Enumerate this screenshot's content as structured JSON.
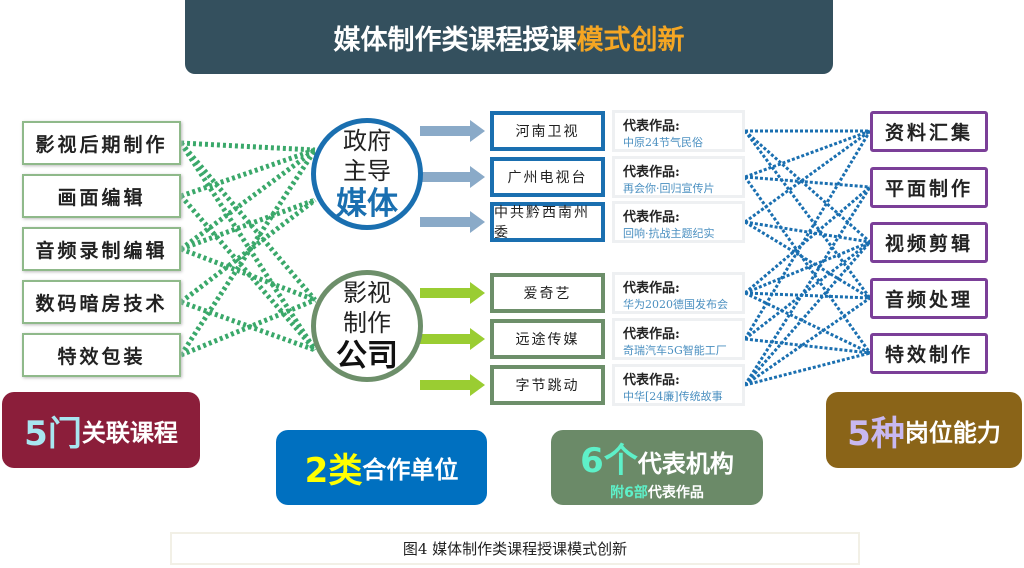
{
  "title": {
    "main": "媒体制作类课程授课",
    "highlight": "模式创新"
  },
  "courses": [
    "影视后期制作",
    "画面编辑",
    "音频录制编辑",
    "数码暗房技术",
    "特效包装"
  ],
  "partners": [
    {
      "lines": [
        "政府",
        "主导"
      ],
      "big": "媒体",
      "color": "#1a6fb0"
    },
    {
      "lines": [
        "影视",
        "制作"
      ],
      "big": "公司",
      "color": "#6d8f6a"
    }
  ],
  "orgs": [
    "河南卫视",
    "广州电视台",
    "中共黔西南州委",
    "爱奇艺",
    "远途传媒",
    "字节跳动"
  ],
  "work_label": "代表作品:",
  "works": [
    "中原24节气民俗",
    "再会你·回归宣传片",
    "回响·抗战主题纪实",
    "华为2020德国发布会",
    "奇瑞汽车5G智能工厂",
    "中华[24廉]传统故事"
  ],
  "skills": [
    "资料汇集",
    "平面制作",
    "视频剪辑",
    "音频处理",
    "特效制作"
  ],
  "stats": [
    {
      "num": "5门",
      "text": "关联课程",
      "bg": "#8b1e3a",
      "numColor": "#a8e6f0"
    },
    {
      "num": "2类",
      "text": "合作单位",
      "bg": "#0070c0",
      "numColor": "#ffff00"
    },
    {
      "num": "6个",
      "text": "代表机构",
      "sub_num": "附6部",
      "sub_text": "代表作品",
      "bg": "#6b8a68",
      "numColor": "#5ef0c8"
    },
    {
      "num": "5种",
      "text": "岗位能力",
      "bg": "#8a6418",
      "numColor": "#c8b8f0"
    }
  ],
  "caption": "图4  媒体制作类课程授课模式创新"
}
